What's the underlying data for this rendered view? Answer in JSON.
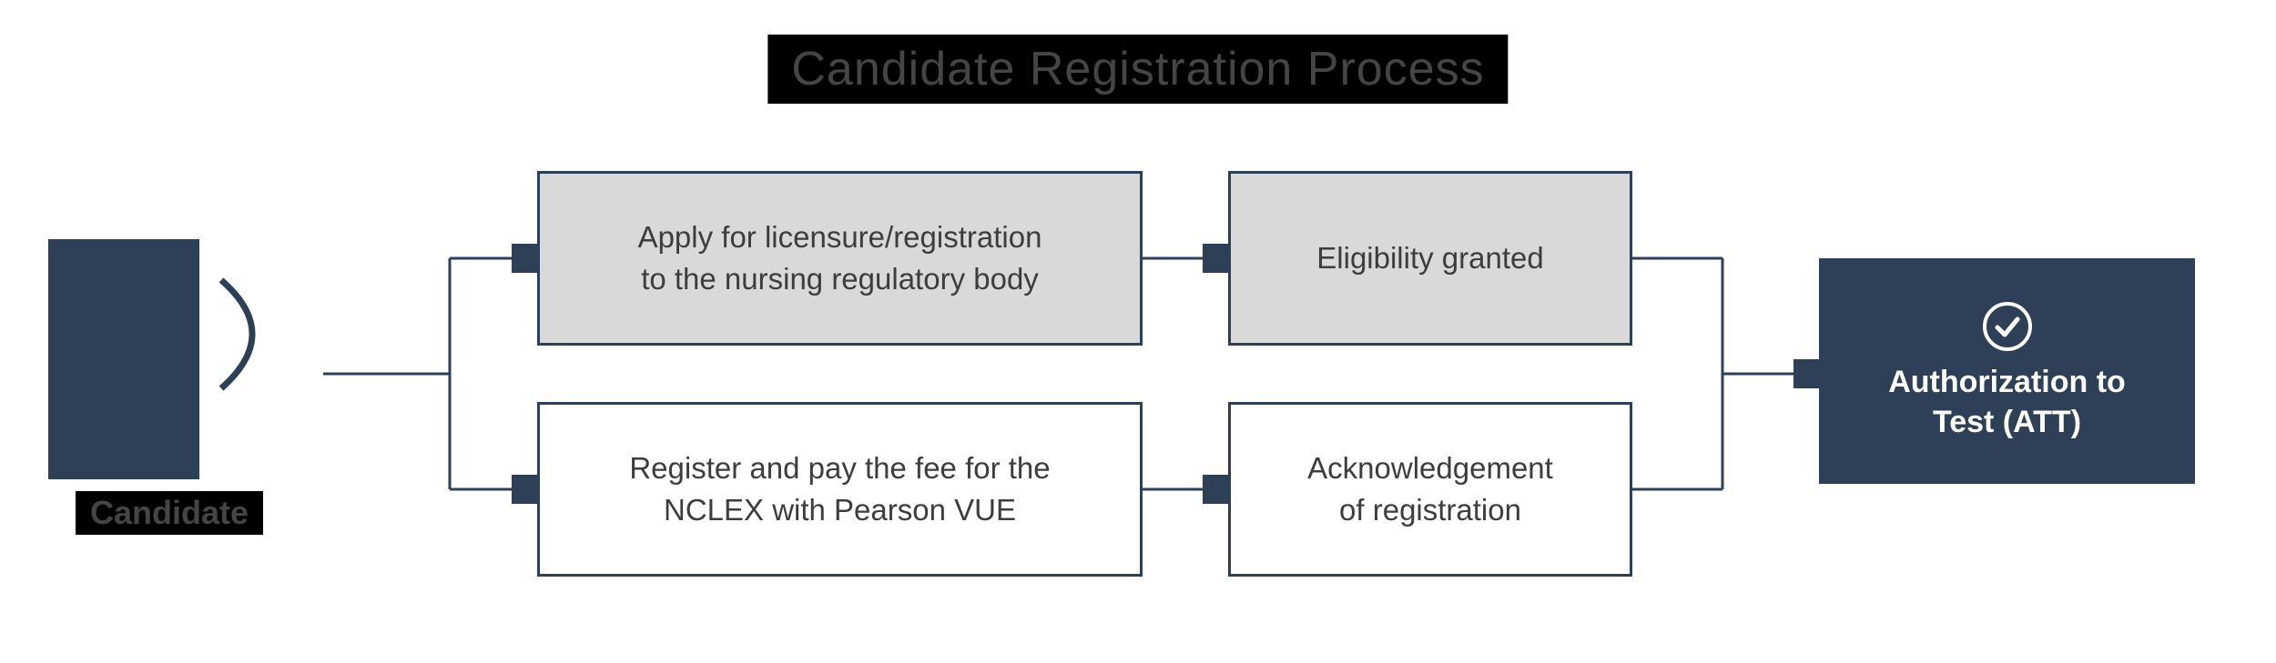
{
  "title": "Candidate Registration Process",
  "colors": {
    "navy": "#2e4057",
    "box-gray": "#d9d9d9",
    "highlight-bg": "#000000",
    "highlight-text": "#454545",
    "node-text": "#3d3d3d"
  },
  "actor": {
    "label": "Candidate",
    "icon": "person-icon"
  },
  "nodes": {
    "apply": {
      "label": "Apply for licensure/registration\nto the nursing regulatory body",
      "fill": "gray"
    },
    "eligibility": {
      "label": "Eligibility granted",
      "fill": "gray"
    },
    "register": {
      "label": "Register and pay the fee for the\nNCLEX with Pearson VUE",
      "fill": "white"
    },
    "acknowledgement": {
      "label": "Acknowledgement\nof registration",
      "fill": "white"
    },
    "att": {
      "label": "Authorization to\nTest (ATT)",
      "fill": "navy",
      "icon": "check-circle-icon"
    }
  },
  "edges": [
    {
      "from": "candidate",
      "to": "apply"
    },
    {
      "from": "candidate",
      "to": "register"
    },
    {
      "from": "apply",
      "to": "eligibility"
    },
    {
      "from": "register",
      "to": "acknowledgement"
    },
    {
      "from": "eligibility",
      "to": "att"
    },
    {
      "from": "acknowledgement",
      "to": "att"
    }
  ]
}
